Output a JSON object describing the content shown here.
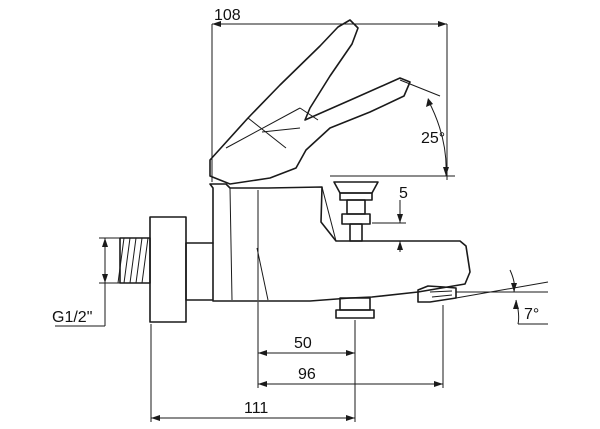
{
  "drawing": {
    "type": "technical-dimension-drawing",
    "dimensions": {
      "overall_width": "108",
      "lever_angle": "25°",
      "diverter_offset": "5",
      "thread": "G1/2\"",
      "spout_angle": "7°",
      "dim_50": "50",
      "dim_96": "96",
      "dim_111": "111"
    }
  }
}
